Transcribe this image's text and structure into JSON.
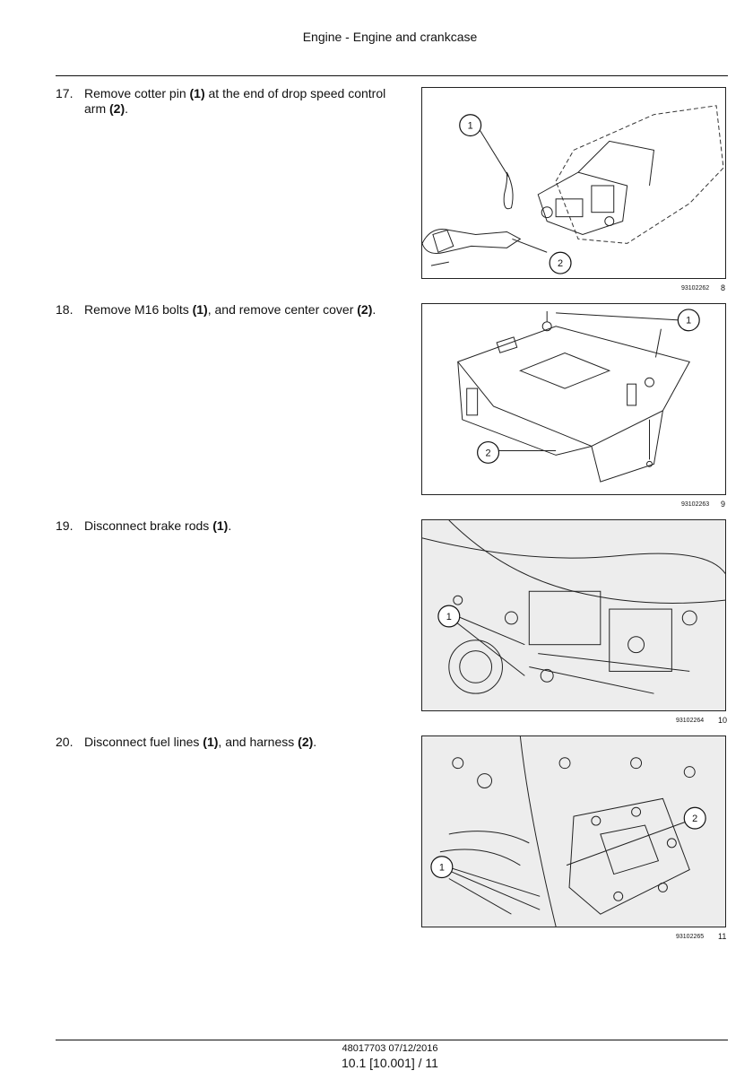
{
  "header": {
    "title": "Engine - Engine and crankcase"
  },
  "steps": [
    {
      "number": "17.",
      "before": "Remove cotter pin ",
      "b1": "(1)",
      "mid": " at the end of drop speed control arm ",
      "b2": "(2)",
      "after": ".",
      "figure": {
        "id": "93102262",
        "number": "8",
        "callouts": [
          "1",
          "2"
        ]
      }
    },
    {
      "number": "18.",
      "before": "Remove M16 bolts ",
      "b1": "(1)",
      "mid": ", and remove center cover ",
      "b2": "(2)",
      "after": ".",
      "figure": {
        "id": "93102263",
        "number": "9",
        "callouts": [
          "1",
          "2"
        ]
      }
    },
    {
      "number": "19.",
      "before": "Disconnect brake rods ",
      "b1": "(1)",
      "mid": "",
      "b2": "",
      "after": ".",
      "figure": {
        "id": "93102264",
        "number": "10",
        "callouts": [
          "1"
        ]
      }
    },
    {
      "number": "20.",
      "before": "Disconnect fuel lines ",
      "b1": "(1)",
      "mid": ", and harness ",
      "b2": "(2)",
      "after": ".",
      "figure": {
        "id": "93102265",
        "number": "11",
        "callouts": [
          "1",
          "2"
        ]
      }
    }
  ],
  "footer": {
    "doc": "48017703 07/12/2016",
    "page": "10.1 [10.001] / 11"
  }
}
